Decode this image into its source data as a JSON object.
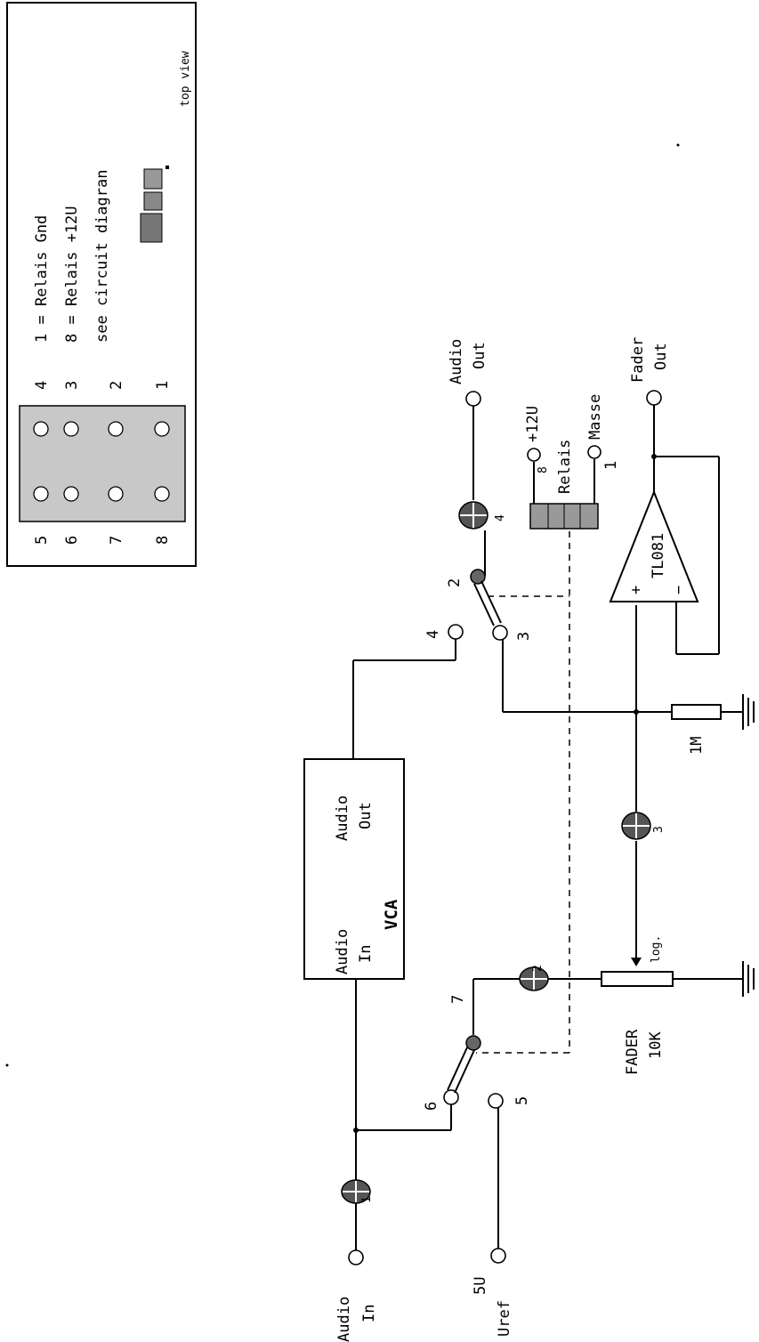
{
  "pinout": {
    "left_pins": [
      "5",
      "6",
      "7",
      "8"
    ],
    "right_pins": [
      "4",
      "3",
      "2",
      "1"
    ],
    "note_relais_gnd": "1 = Relais Gnd",
    "note_relais_12v": "8 = Relais +12U",
    "note_see": "see circuit diagran",
    "caption": "top view"
  },
  "labels": {
    "audio_in_1": "Audio",
    "audio_in_2": "In",
    "uref_1": "5U",
    "uref_2": "Uref",
    "audio_out_1": "Audio",
    "audio_out_2": "Out",
    "vca_in_1": "Audio",
    "vca_in_2": "In",
    "vca_out_1": "Audio",
    "vca_out_2": "Out",
    "vca_title": "VCA",
    "fader_1": "FADER",
    "fader_2": "10K",
    "fader_log": "log.",
    "res_1m": "1M",
    "opamp": "TL081",
    "opamp_plus": "+",
    "opamp_minus": "−",
    "plus12v": "+12U",
    "relais": "Relais",
    "masse": "Masse",
    "relay_pin8": "8",
    "relay_pin1": "1",
    "fader_out_1": "Fader",
    "fader_out_2": "Out"
  },
  "numbers": {
    "jack1": "1",
    "jack2": "2",
    "jack3": "3",
    "jack4": "4",
    "sw1_6": "6",
    "sw1_7": "7",
    "sw1_5": "5",
    "sw2_4": "4",
    "sw2_2": "2",
    "sw2_3": "3"
  }
}
